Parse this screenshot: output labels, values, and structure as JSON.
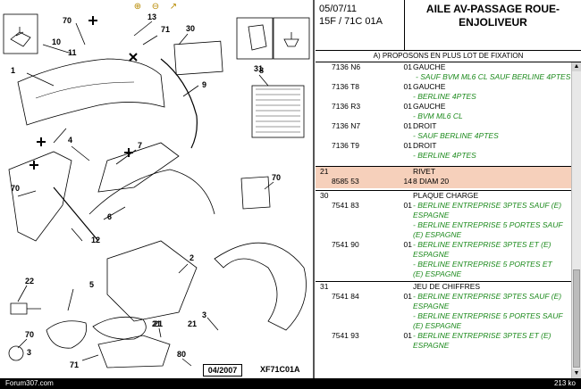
{
  "toolbar": {
    "zoom_in_icon": "magnifier-plus-icon",
    "zoom_out_icon": "magnifier-minus-icon",
    "zoom_fit_icon": "magnifier-arrow-icon"
  },
  "diagram": {
    "callouts": [
      "70",
      "13",
      "71",
      "10",
      "11",
      "30",
      "1",
      "9",
      "8",
      "31",
      "4",
      "70",
      "7",
      "70",
      "6",
      "12",
      "5",
      "2",
      "3",
      "21",
      "22",
      "70",
      "3",
      "71",
      "80",
      "21",
      "21"
    ],
    "ref_date": "04/2007",
    "ref_code": "XF71C01A"
  },
  "header": {
    "date": "05/07/11",
    "code": "15F / 71C 01A",
    "title_line1": "AILE AV-PASSAGE ROUE-",
    "title_line2": "ENJOLIVEUR",
    "subheader": "A) PROPOSONS EN PLUS LOT DE FIXATION"
  },
  "rows": [
    {
      "ref": "7136 N6",
      "qty": "01",
      "desc": "GAUCHE",
      "note": ""
    },
    {
      "ref": "",
      "qty": "",
      "desc": "",
      "note": "- SAUF BVM ML6 CL SAUF BERLINE 4PTES"
    },
    {
      "ref": "7136 T8",
      "qty": "01",
      "desc": "GAUCHE",
      "note": ""
    },
    {
      "ref": "",
      "qty": "",
      "desc": "",
      "note": "- BERLINE 4PTES"
    },
    {
      "ref": "7136 R3",
      "qty": "01",
      "desc": "GAUCHE",
      "note": ""
    },
    {
      "ref": "",
      "qty": "",
      "desc": "",
      "note": "- BVM ML6 CL"
    },
    {
      "ref": "7136 N7",
      "qty": "01",
      "desc": "DROIT",
      "note": ""
    },
    {
      "ref": "",
      "qty": "",
      "desc": "",
      "note": "- SAUF BERLINE 4PTES"
    },
    {
      "ref": "7136 T9",
      "qty": "01",
      "desc": "DROIT",
      "note": ""
    },
    {
      "ref": "",
      "qty": "",
      "desc": "",
      "note": "- BERLINE 4PTES"
    }
  ],
  "group21": {
    "num": "21",
    "desc": "RIVET",
    "ref": "8585 53",
    "qty": "14",
    "note": "8 DIAM 20"
  },
  "group30": {
    "num": "30",
    "desc": "PLAQUE CHARGE",
    "rows": [
      {
        "ref": "7541 83",
        "qty": "01",
        "note1": "- BERLINE ENTREPRISE 3PTES SAUF (E)",
        "note2": "ESPAGNE"
      },
      {
        "ref": "",
        "qty": "",
        "note1": "- BERLINE ENTREPRISE 5 PORTES SAUF",
        "note2": "(E) ESPAGNE"
      },
      {
        "ref": "7541 90",
        "qty": "01",
        "note1": "- BERLINE ENTREPRISE 3PTES ET (E)",
        "note2": "ESPAGNE"
      },
      {
        "ref": "",
        "qty": "",
        "note1": "- BERLINE ENTREPRISE 5 PORTES ET",
        "note2": "(E) ESPAGNE"
      }
    ]
  },
  "group31": {
    "num": "31",
    "desc": "JEU DE CHIFFRES",
    "rows": [
      {
        "ref": "7541 84",
        "qty": "01",
        "note1": "- BERLINE ENTREPRISE 3PTES SAUF (E)",
        "note2": "ESPAGNE"
      },
      {
        "ref": "",
        "qty": "",
        "note1": "- BERLINE ENTREPRISE 5 PORTES SAUF",
        "note2": "(E) ESPAGNE"
      },
      {
        "ref": "7541 93",
        "qty": "01",
        "note1": "- BERLINE ENTREPRISE 3PTES ET (E)",
        "note2": "ESPAGNE"
      }
    ]
  },
  "footer": {
    "left": "Forum307.com",
    "right": "213 ko"
  },
  "colors": {
    "highlight": "#f6d0bb",
    "note_green": "#1c8a1c",
    "zoom_gold": "#b78a00"
  }
}
